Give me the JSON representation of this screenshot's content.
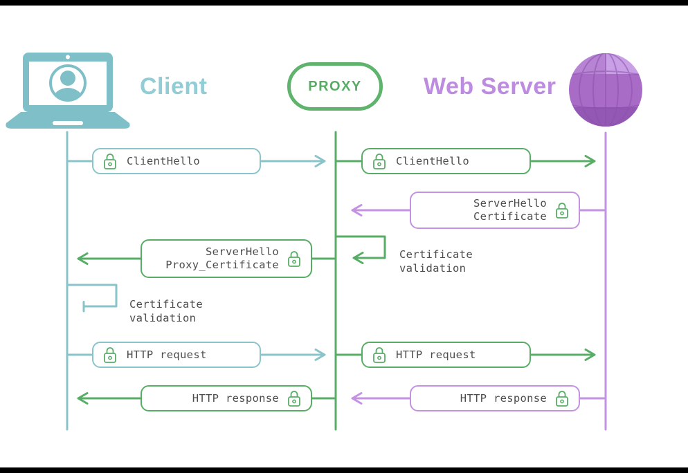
{
  "actors": [
    {
      "id": "client",
      "label": "Client",
      "icon": "laptop-user-icon"
    },
    {
      "id": "proxy",
      "label": "PROXY",
      "icon": "pill-badge"
    },
    {
      "id": "web_server",
      "label": "Web Server",
      "icon": "globe-icon"
    }
  ],
  "messages": [
    {
      "label": "ClientHello",
      "from": "Client",
      "to": "PROXY",
      "icon": "lock-icon"
    },
    {
      "label": "ClientHello",
      "from": "PROXY",
      "to": "Web Server",
      "icon": "lock-icon"
    },
    {
      "lines": [
        "ServerHello",
        "Certificate"
      ],
      "from": "Web Server",
      "to": "PROXY",
      "icon": "lock-icon"
    },
    {
      "lines": [
        "ServerHello",
        "Proxy_Certificate"
      ],
      "from": "PROXY",
      "to": "Client",
      "icon": "lock-icon"
    },
    {
      "label": "HTTP request",
      "from": "Client",
      "to": "PROXY",
      "icon": "lock-icon"
    },
    {
      "label": "HTTP request",
      "from": "PROXY",
      "to": "Web Server",
      "icon": "lock-icon"
    },
    {
      "label": "HTTP response",
      "from": "PROXY",
      "to": "Client",
      "icon": "lock-icon"
    },
    {
      "label": "HTTP response",
      "from": "Web Server",
      "to": "PROXY",
      "icon": "lock-icon"
    }
  ],
  "annotations": [
    {
      "actor": "PROXY",
      "lines": [
        "Certificate",
        "validation"
      ]
    },
    {
      "actor": "Client",
      "lines": [
        "Certificate",
        "validation"
      ]
    }
  ],
  "colors": {
    "client_teal": "#89c4cb",
    "client_icon_teal": "#7fc0c8",
    "client_text": "#92ccd5",
    "proxy_green": "#58ad66",
    "proxy_pill_green": "#5fb36d",
    "server_purple": "#c392e1",
    "server_text": "#bd8ce0",
    "label_ink": "#4c4c4c",
    "lock_green": "#58ad66"
  }
}
